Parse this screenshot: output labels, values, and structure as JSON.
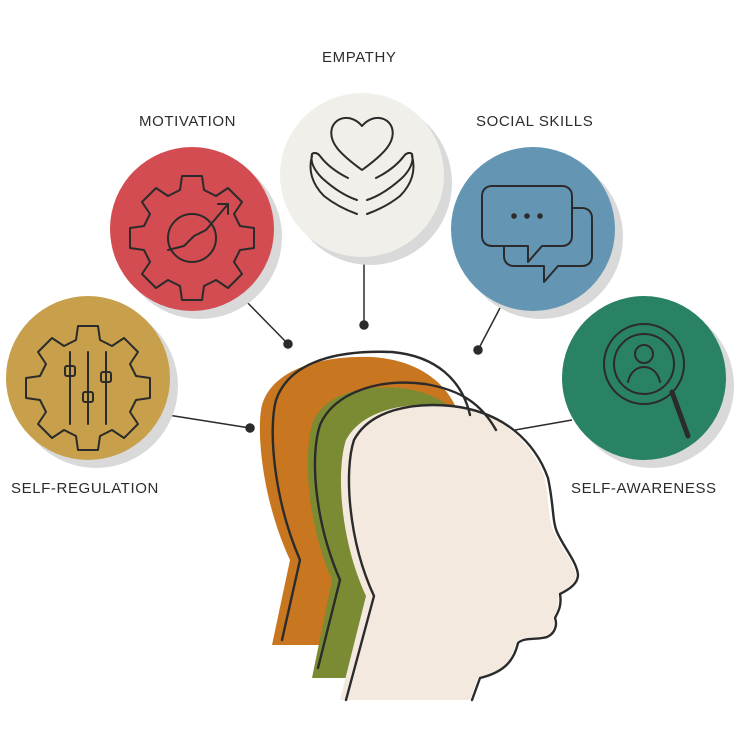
{
  "labels": {
    "empathy": "EMPATHY",
    "motivation": "MOTIVATION",
    "social_skills": "SOCIAL SKILLS",
    "self_regulation": "SELF-REGULATION",
    "self_awareness": "SELF-AWARENESS"
  },
  "icons": {
    "empathy": "hands-holding-heart-icon",
    "motivation": "gear-with-arrow-icon",
    "social_skills": "chat-bubbles-icon",
    "self_regulation": "gear-with-sliders-icon",
    "self_awareness": "magnifier-person-icon"
  },
  "colors": {
    "empathy": "#f1efe9",
    "motivation": "#d34c52",
    "social_skills": "#6496b4",
    "self_regulation": "#c8a04c",
    "self_awareness": "#2a8265",
    "head_orange": "#c8761f",
    "head_olive": "#7b8b33",
    "head_cream": "#f3e9de",
    "line": "#2b2b2b"
  }
}
